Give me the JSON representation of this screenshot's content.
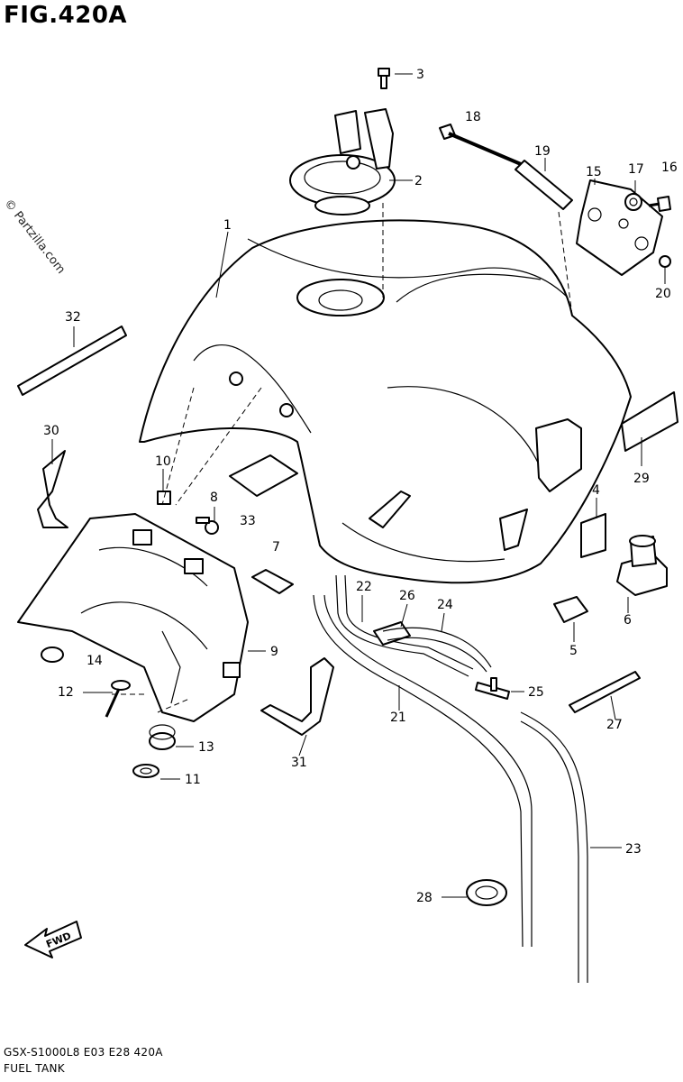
{
  "figure": {
    "title": "FIG.420A",
    "watermark": "© Partzilla.com",
    "model_code": "GSX-S1000L8  E03  E28  420A",
    "section_name": "FUEL TANK",
    "direction_label": "FWD"
  },
  "callouts": [
    {
      "num": "1",
      "part": "fuel-tank"
    },
    {
      "num": "2",
      "part": "fuel-cap"
    },
    {
      "num": "3",
      "part": "bolt"
    },
    {
      "num": "4",
      "part": "label"
    },
    {
      "num": "5",
      "part": "cushion"
    },
    {
      "num": "6",
      "part": "cap"
    },
    {
      "num": "7",
      "part": "cushion"
    },
    {
      "num": "8",
      "part": "bolt"
    },
    {
      "num": "9",
      "part": "fuel-tank-cover"
    },
    {
      "num": "10",
      "part": "cushion"
    },
    {
      "num": "11",
      "part": "collar"
    },
    {
      "num": "12",
      "part": "bolt"
    },
    {
      "num": "13",
      "part": "cushion"
    },
    {
      "num": "14",
      "part": "cushion"
    },
    {
      "num": "15",
      "part": "bracket"
    },
    {
      "num": "16",
      "part": "bolt"
    },
    {
      "num": "17",
      "part": "collar"
    },
    {
      "num": "18",
      "part": "bolt"
    },
    {
      "num": "19",
      "part": "spacer"
    },
    {
      "num": "20",
      "part": "nut"
    },
    {
      "num": "21",
      "part": "hose"
    },
    {
      "num": "22",
      "part": "hose"
    },
    {
      "num": "23",
      "part": "hose"
    },
    {
      "num": "24",
      "part": "hose"
    },
    {
      "num": "25",
      "part": "joint"
    },
    {
      "num": "26",
      "part": "protector"
    },
    {
      "num": "27",
      "part": "clamp"
    },
    {
      "num": "28",
      "part": "clamp"
    },
    {
      "num": "29",
      "part": "label"
    },
    {
      "num": "30",
      "part": "clamp"
    },
    {
      "num": "31",
      "part": "clamp"
    },
    {
      "num": "32",
      "part": "seal"
    },
    {
      "num": "33",
      "part": "cushion"
    }
  ]
}
